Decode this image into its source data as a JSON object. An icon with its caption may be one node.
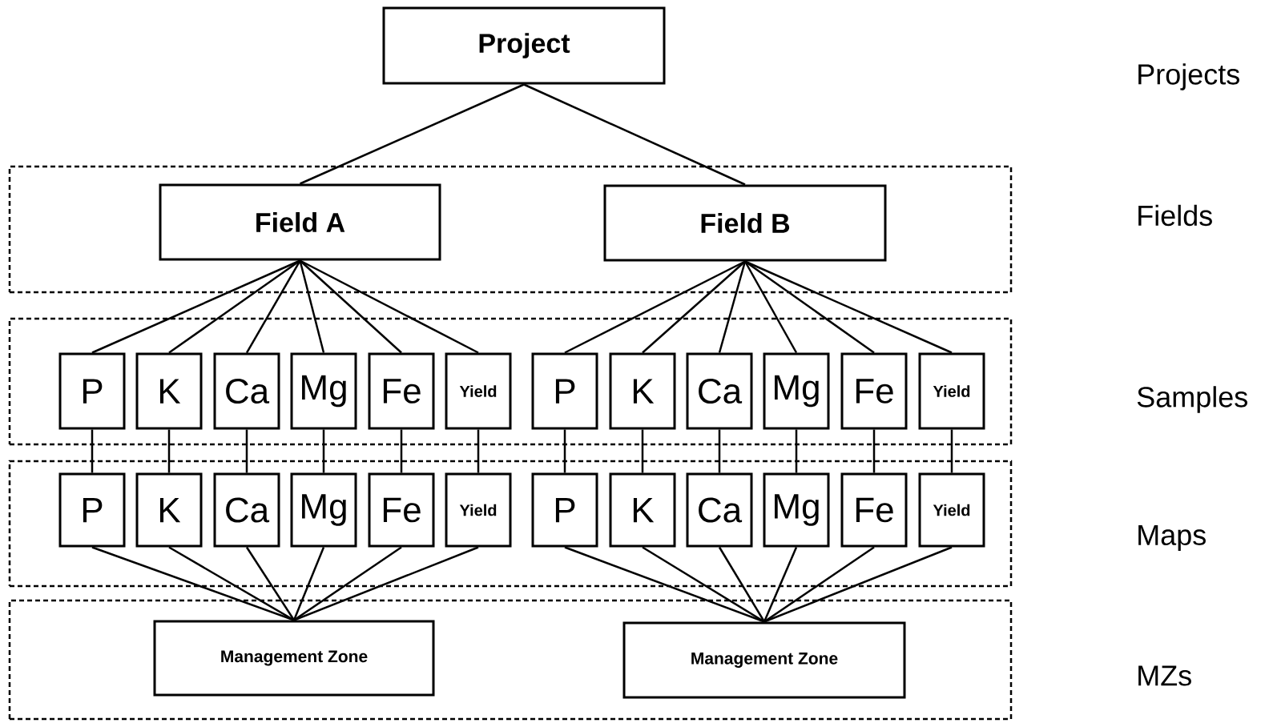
{
  "diagram": {
    "nodes": [
      {
        "text": [
          "Project"
        ]
      },
      {
        "text": [],
        "shape": "box"
      },
      {
        "text": [
          "Field A"
        ],
        "in": 1
      },
      {
        "text": [
          "Field B"
        ],
        "in": 1
      },
      {
        "text": [],
        "shape": "box"
      },
      {
        "text": [
          "P"
        ],
        "in": 4
      },
      {
        "text": [
          "K"
        ],
        "in": 4
      },
      {
        "text": [
          "Ca"
        ],
        "in": 4
      },
      {
        "text": [
          "Mg"
        ],
        "in": 4
      },
      {
        "text": [
          "Fe"
        ],
        "in": 4
      },
      {
        "text": [
          "Yield"
        ],
        "in": 4
      },
      {
        "text": [
          "P"
        ],
        "in": 4
      },
      {
        "text": [
          "K"
        ],
        "in": 4
      },
      {
        "text": [
          "Ca"
        ],
        "in": 4
      },
      {
        "text": [
          "Mg"
        ],
        "in": 4
      },
      {
        "text": [
          "Fe"
        ],
        "in": 4
      },
      {
        "text": [
          "Yield"
        ],
        "in": 4
      },
      {
        "text": [],
        "shape": "box"
      },
      {
        "text": [
          "P"
        ],
        "in": 17
      },
      {
        "text": [
          "K"
        ],
        "in": 17
      },
      {
        "text": [
          "Ca"
        ],
        "in": 17
      },
      {
        "text": [
          "Mg"
        ],
        "in": 17
      },
      {
        "text": [
          "Fe"
        ],
        "in": 17
      },
      {
        "text": [
          "Yield"
        ],
        "in": 17
      },
      {
        "text": [
          "P"
        ],
        "in": 17
      },
      {
        "text": [
          "K"
        ],
        "in": 17
      },
      {
        "text": [
          "Ca"
        ],
        "in": 17
      },
      {
        "text": [
          "Mg"
        ],
        "in": 17
      },
      {
        "text": [
          "Fe"
        ],
        "in": 17
      },
      {
        "text": [
          "Yield"
        ],
        "in": 17
      },
      {
        "text": [],
        "shape": "box"
      },
      {
        "text": [
          "Management Zone"
        ],
        "in": 30
      },
      {
        "text": [
          "Management Zone"
        ],
        "in": 30
      }
    ],
    "edges": [
      {
        "from": 0,
        "to": 2,
        "arrow": "none"
      },
      {
        "from": 0,
        "to": 3,
        "arrow": "none"
      },
      {
        "from": 2,
        "to": 5,
        "arrow": "none"
      },
      {
        "from": 2,
        "to": 6,
        "arrow": "none"
      },
      {
        "from": 2,
        "to": 7,
        "arrow": "none"
      },
      {
        "from": 2,
        "to": 8,
        "arrow": "none"
      },
      {
        "from": 2,
        "to": 9,
        "arrow": "none"
      },
      {
        "from": 2,
        "to": 10,
        "arrow": "none"
      },
      {
        "from": 3,
        "to": 11,
        "arrow": "none"
      },
      {
        "from": 3,
        "to": 12,
        "arrow": "none"
      },
      {
        "from": 3,
        "to": 13,
        "arrow": "none"
      },
      {
        "from": 3,
        "to": 14,
        "arrow": "none"
      },
      {
        "from": 3,
        "to": 15,
        "arrow": "none"
      },
      {
        "from": 3,
        "to": 16,
        "arrow": "none"
      },
      {
        "from": 5,
        "to": 18,
        "arrow": "none"
      },
      {
        "from": 6,
        "to": 19,
        "arrow": "none"
      },
      {
        "from": 7,
        "to": 20,
        "arrow": "none"
      },
      {
        "from": 8,
        "to": 21,
        "arrow": "none"
      },
      {
        "from": 9,
        "to": 22,
        "arrow": "none"
      },
      {
        "from": 10,
        "to": 23,
        "arrow": "none"
      },
      {
        "from": 11,
        "to": 24,
        "arrow": "none"
      },
      {
        "from": 12,
        "to": 25,
        "arrow": "none"
      },
      {
        "from": 13,
        "to": 26,
        "arrow": "none"
      },
      {
        "from": 14,
        "to": 27,
        "arrow": "none"
      },
      {
        "from": 15,
        "to": 28,
        "arrow": "none"
      },
      {
        "from": 16,
        "to": 29,
        "arrow": "none"
      },
      {
        "from": 18,
        "to": 31,
        "arrow": "none"
      },
      {
        "from": 19,
        "to": 31,
        "arrow": "none"
      },
      {
        "from": 20,
        "to": 31,
        "arrow": "none"
      },
      {
        "from": 21,
        "to": 31,
        "arrow": "none"
      },
      {
        "from": 22,
        "to": 31,
        "arrow": "none"
      },
      {
        "from": 23,
        "to": 31,
        "arrow": "none"
      },
      {
        "from": 24,
        "to": 32,
        "arrow": "none"
      },
      {
        "from": 25,
        "to": 32,
        "arrow": "none"
      },
      {
        "from": 26,
        "to": 32,
        "arrow": "none"
      },
      {
        "from": 27,
        "to": 32,
        "arrow": "none"
      },
      {
        "from": 28,
        "to": 32,
        "arrow": "none"
      },
      {
        "from": 29,
        "to": 32,
        "arrow": "none"
      }
    ],
    "labels": [
      "Projects",
      "Fields",
      "Samples",
      "Maps",
      "MZs"
    ]
  }
}
